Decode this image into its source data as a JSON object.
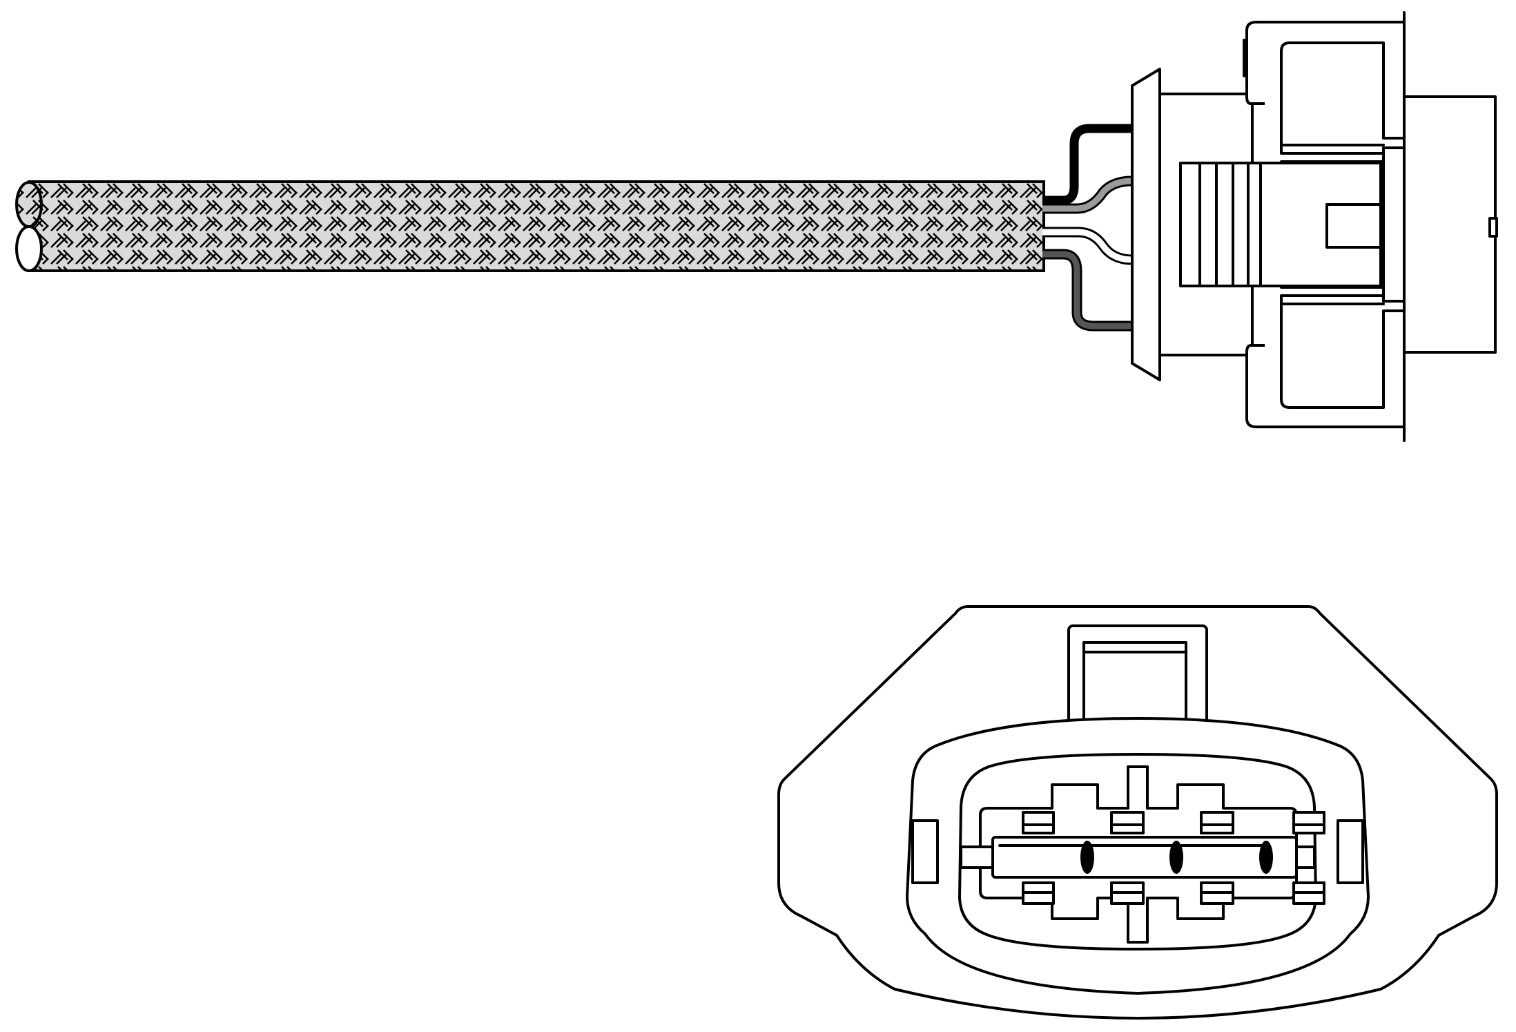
{
  "diagram": {
    "subject": "sensor-cable-with-4-pin-connector",
    "views": [
      "side-view",
      "connector-face-view"
    ],
    "colors": {
      "line": "#000000",
      "background": "#ffffff",
      "braid_fill": "#d9d9d9",
      "wire_black": "#000000",
      "wire_dark_grey": "#555555",
      "wire_light_grey": "#9a9a9a",
      "wire_white": "#ffffff"
    },
    "wires": [
      {
        "name": "wire-black",
        "color": "#000000"
      },
      {
        "name": "wire-grey",
        "color": "#9a9a9a"
      },
      {
        "name": "wire-white",
        "color": "#ffffff"
      },
      {
        "name": "wire-dark-grey",
        "color": "#555555"
      }
    ],
    "pin_count": 4
  }
}
